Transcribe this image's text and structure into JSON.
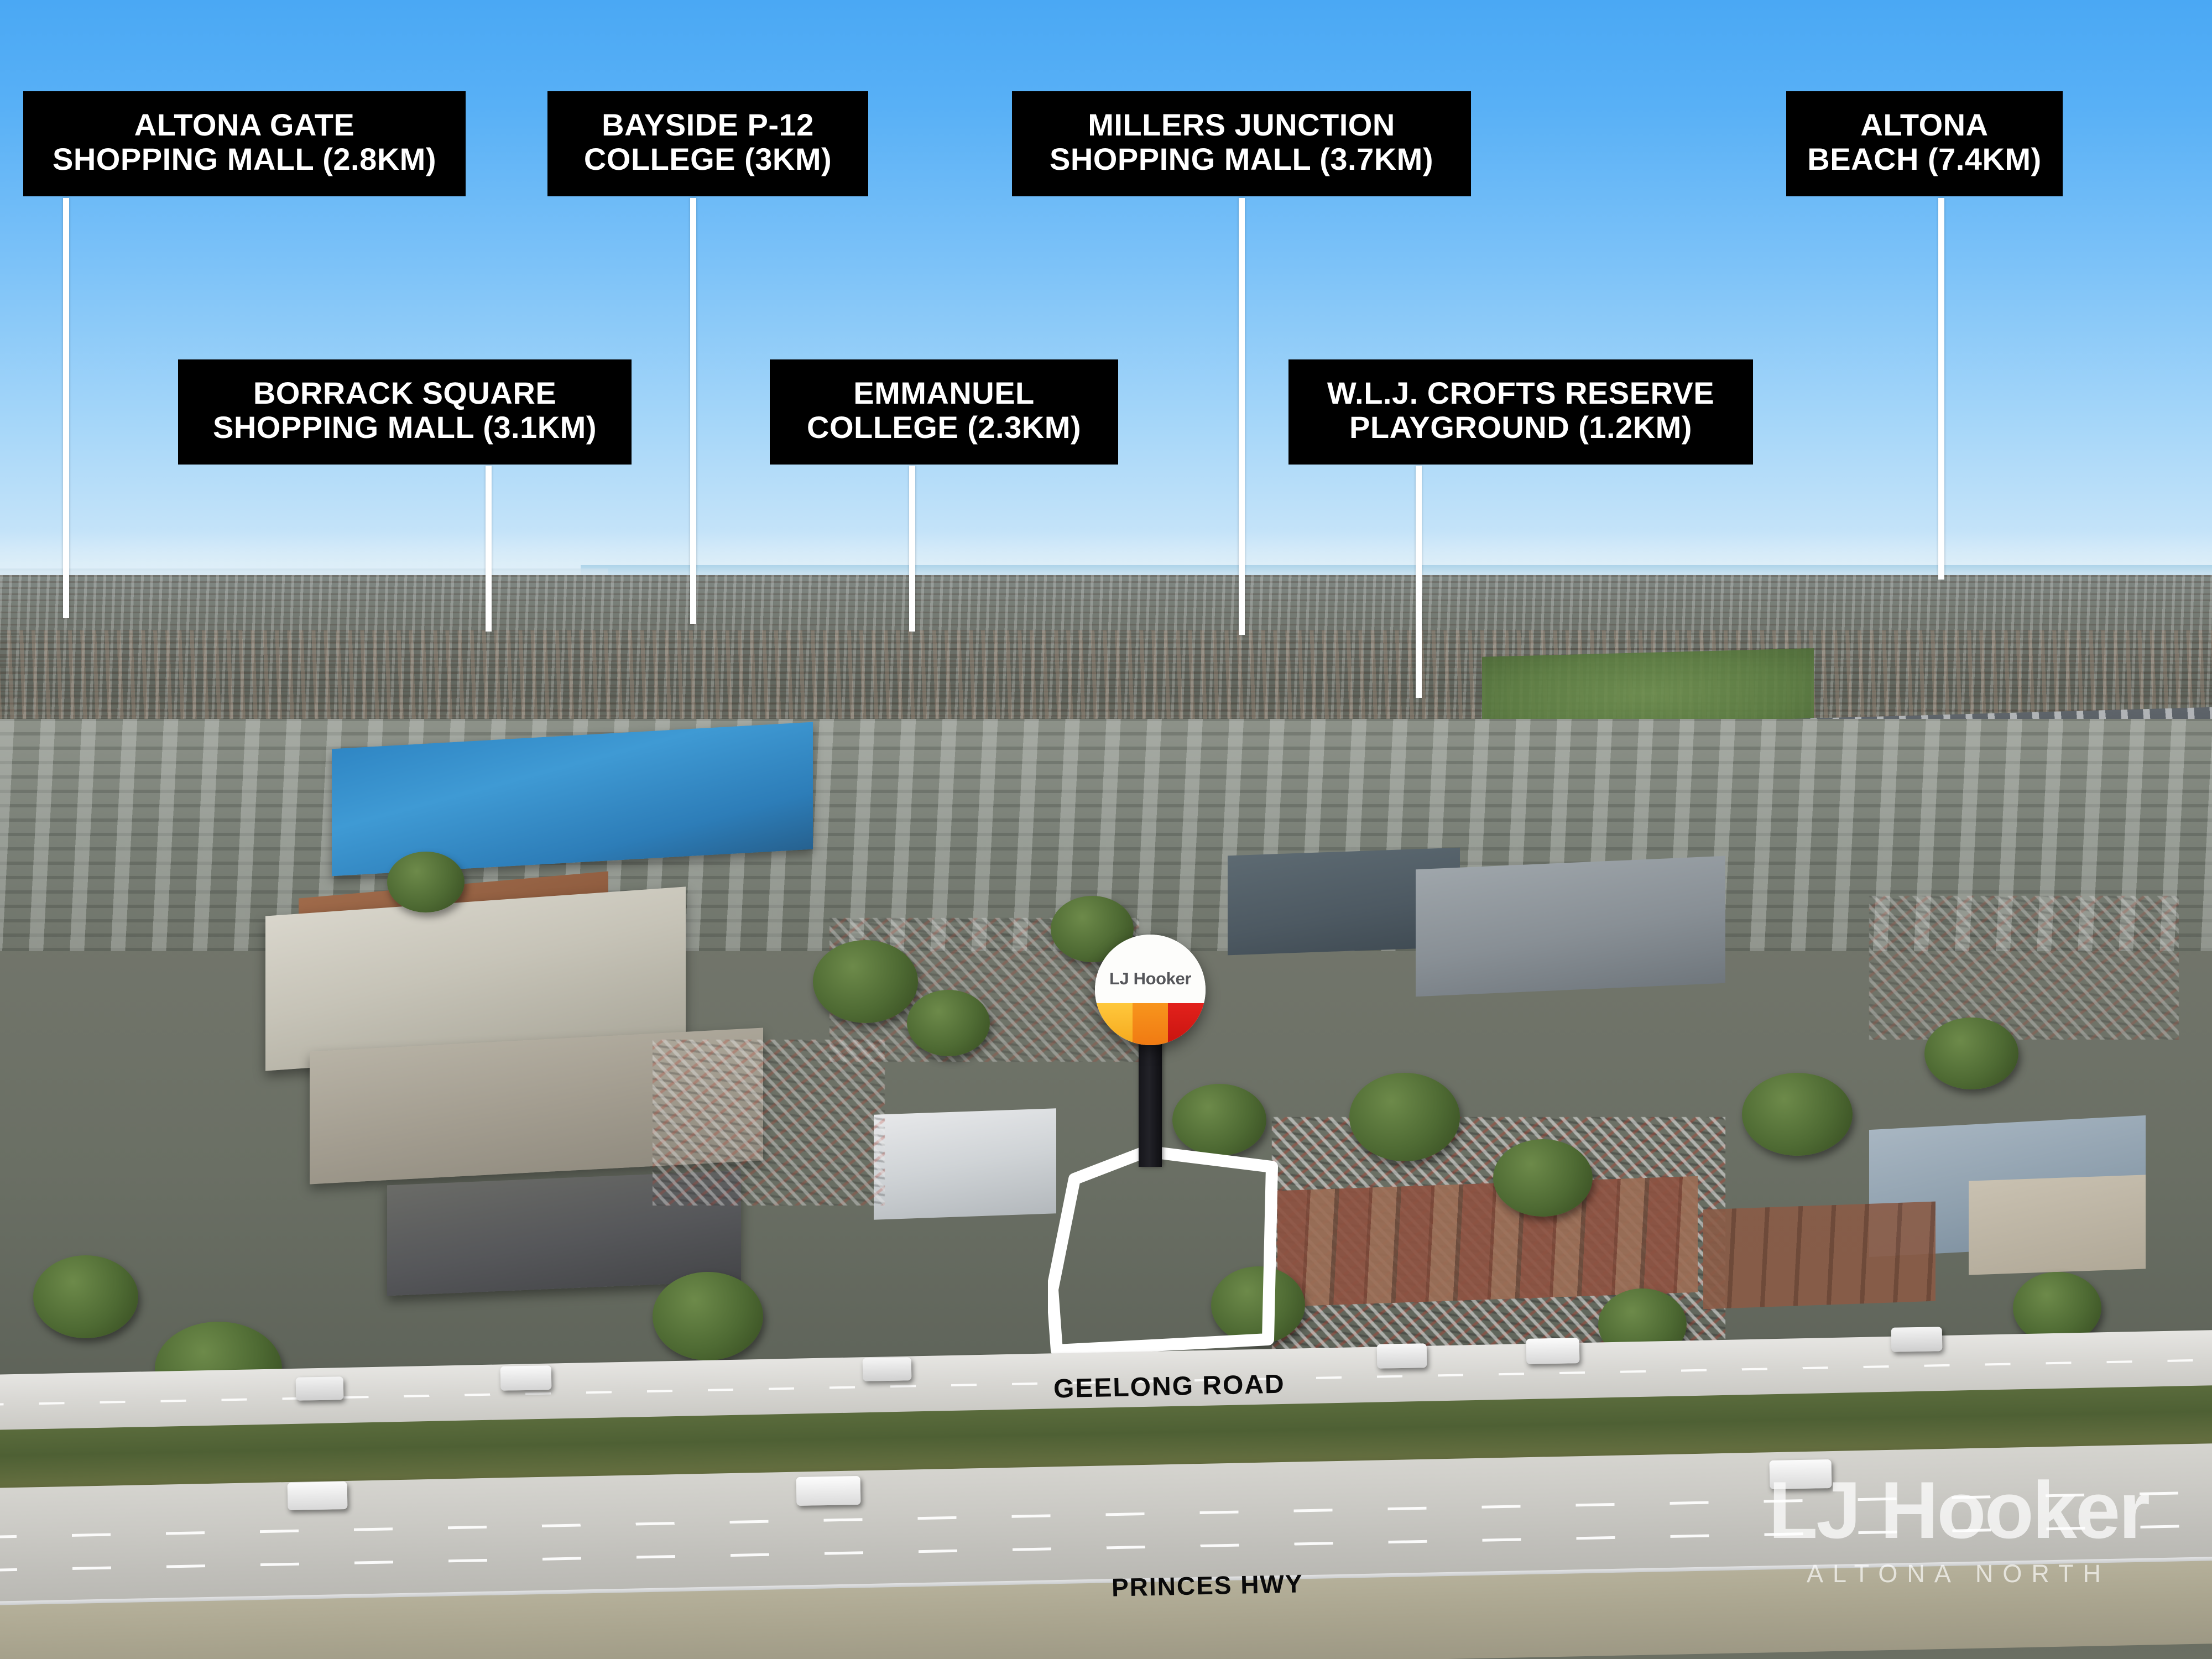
{
  "sky": {
    "color_top": "#4AA8F4",
    "color_horizon": "#D9EEFA"
  },
  "annotations": {
    "plaque_bg": "#000000",
    "plaque_text_color": "#FFFFFF",
    "pointer_color": "#FFFFFF",
    "items": [
      {
        "id": "altona-gate",
        "line1": "ALTONA GATE",
        "line2": "SHOPPING MALL (2.8KM)",
        "distance": "2.8KM"
      },
      {
        "id": "bayside-college",
        "line1": "BAYSIDE P-12",
        "line2": "COLLEGE (3KM)",
        "distance": "3KM"
      },
      {
        "id": "millers-junction",
        "line1": "MILLERS JUNCTION",
        "line2": "SHOPPING MALL (3.7KM)",
        "distance": "3.7KM"
      },
      {
        "id": "altona-beach",
        "line1": "ALTONA",
        "line2": "BEACH (7.4KM)",
        "distance": "7.4KM"
      },
      {
        "id": "borrack-square",
        "line1": "BORRACK SQUARE",
        "line2": "SHOPPING MALL (3.1KM)",
        "distance": "3.1KM"
      },
      {
        "id": "emmanuel-college",
        "line1": "EMMANUEL",
        "line2": "COLLEGE (2.3KM)",
        "distance": "2.3KM"
      },
      {
        "id": "wlj-crofts",
        "line1": "W.L.J. CROFTS RESERVE",
        "line2": "PLAYGROUND (1.2KM)",
        "distance": "1.2KM"
      }
    ]
  },
  "roads": {
    "geelong_road": "GEELONG ROAD",
    "princes_hwy": "PRINCES HWY"
  },
  "map_pin": {
    "brand": "LJ Hooker",
    "band_colors": [
      "#FFC83C",
      "#F8951D",
      "#E2211C"
    ],
    "stem_color": "#15151A",
    "head_color": "#FDFDFB"
  },
  "watermark": {
    "brand": "LJ Hooker",
    "office": "ALTONA NORTH"
  },
  "property": {
    "outline_color": "#FFFFFF",
    "description": "highlighted property boundary"
  }
}
